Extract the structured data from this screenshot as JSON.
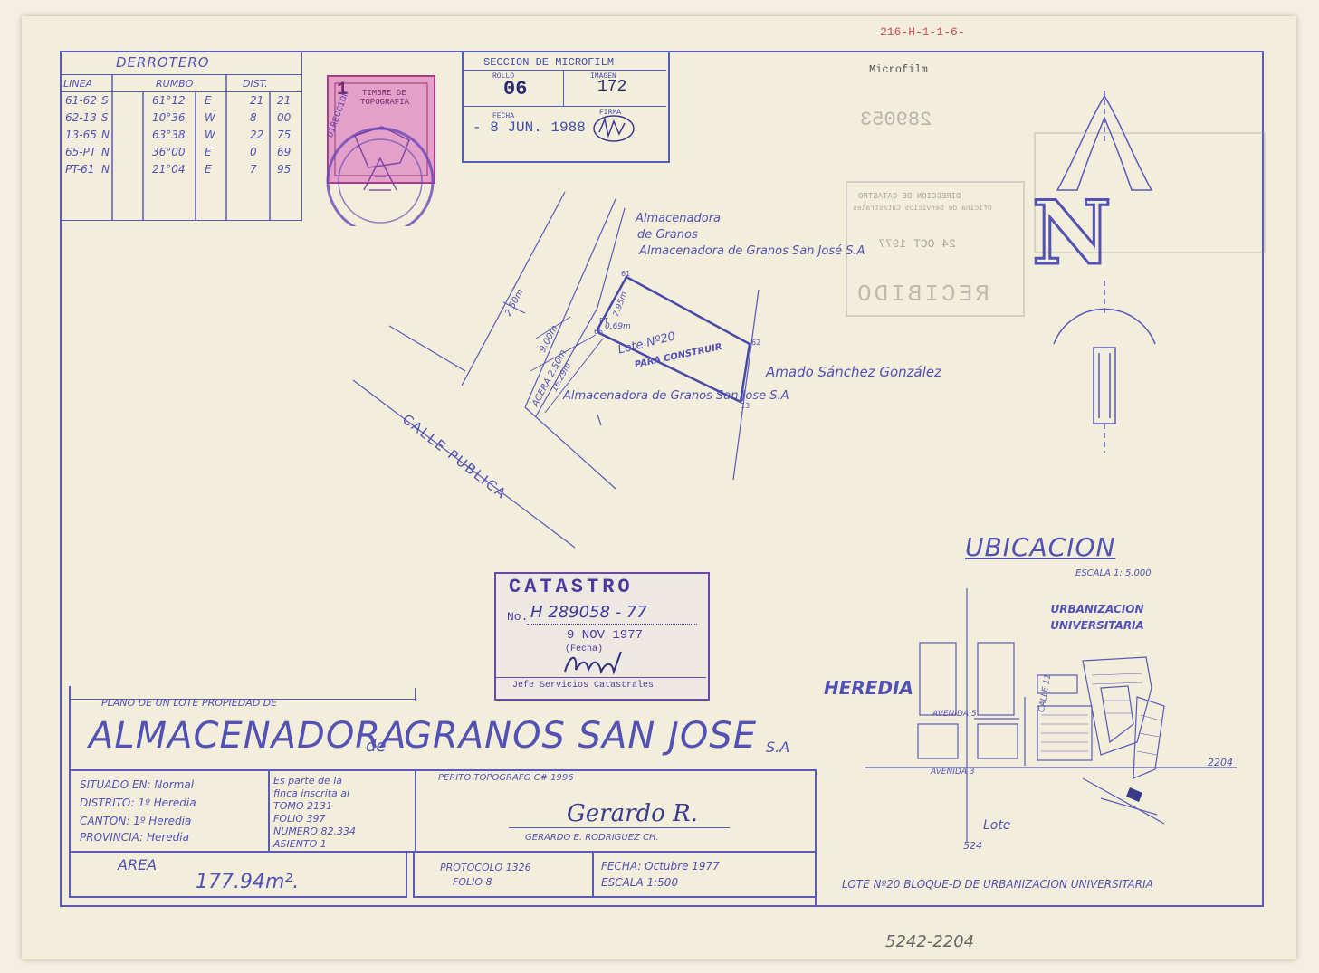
{
  "ref_number": "216-H-1-1-6-",
  "microfilm_label": "Microfilm",
  "bottom_ref": "5242-2204",
  "derrotero": {
    "title": "DERROTERO",
    "headers": [
      "LINEA",
      "RUMBO",
      "DIST."
    ],
    "rows": [
      {
        "line": "61-62",
        "ns": "S",
        "deg": "61°12",
        "ew": "E",
        "m": "21",
        "cm": "21"
      },
      {
        "line": "62-13",
        "ns": "S",
        "deg": "10°36",
        "ew": "W",
        "m": "8",
        "cm": "00"
      },
      {
        "line": "13-65",
        "ns": "N",
        "deg": "63°38",
        "ew": "W",
        "m": "22",
        "cm": "75"
      },
      {
        "line": "65-PT",
        "ns": "N",
        "deg": "36°00",
        "ew": "E",
        "m": "0",
        "cm": "69"
      },
      {
        "line": "PT-61",
        "ns": "N",
        "deg": "21°04",
        "ew": "E",
        "m": "7",
        "cm": "95"
      }
    ]
  },
  "timbre": {
    "value": "1",
    "text1": "TIMBRE DE",
    "text2": "TOPOGRAFIA",
    "seal_text": "DIRECCION"
  },
  "microfilm_stamp": {
    "title": "SECCION DE MICROFILM",
    "rollo_label": "ROLLO",
    "rollo": "06",
    "imagen_label": "IMAGEN",
    "imagen": "172",
    "fecha_label": "FECHA",
    "fecha": "- 8 JUN. 1988",
    "firma_label": "FIRMA"
  },
  "faded_stamp": {
    "number": "289053",
    "line1": "DIRECCION DE CATASTRO",
    "line2": "Oficina de Servicios Catastrales",
    "date": "24 OCT 1977",
    "recibido": "RECIBIDO"
  },
  "north": {
    "letter": "N"
  },
  "plan": {
    "owner_north": "Almacenadora de Granos San José S.A",
    "owner_south": "Almacenadora de Granos San Jose S.A",
    "neighbor_east": "Amado Sánchez González",
    "lot_label": "Lote Nº20",
    "lot_sub": "PARA CONSTRUIR",
    "street": "CALLE PUBLICA",
    "acera": "ACERA 2.50m",
    "dim_250": "2.50m",
    "dim_900": "9.00m",
    "dim_1629": "16.29m",
    "dim_069": "0.69m",
    "dim_795": "7.95m",
    "pts": [
      "61",
      "62",
      "13",
      "65",
      "PT"
    ]
  },
  "catastro": {
    "title": "CATASTRO",
    "no_label": "No.",
    "number": "H 289058 - 77",
    "date": "9 NOV 1977",
    "fecha_label": "(Fecha)",
    "footer": "Jefe Servicios Catastrales"
  },
  "ubicacion": {
    "title": "UBICACION",
    "escala": "ESCALA 1: 5.000",
    "urbanizacion": "URBANIZACION UNIVERSITARIA",
    "heredia": "HEREDIA",
    "avenida5": "AVENIDA 5",
    "avenida3": "AVENIDA 3",
    "calle11": "CALLE 11",
    "lote": "Lote",
    "n2204": "2204",
    "n524": "524"
  },
  "title_block": {
    "plano_de": "PLANO DE UN LOTE PROPIEDAD DE",
    "owner_a": "ALMACENADORA",
    "owner_de": "de",
    "owner_b": "GRANOS SAN JOSE",
    "owner_sa": "S.A",
    "situado": "SITUADO EN: Normal",
    "distrito": "DISTRITO: 1º Heredia",
    "canton": "CANTON: 1º Heredia",
    "provincia": "PROVINCIA: Heredia",
    "finca1": "Es parte de la",
    "finca2": "finca inscrita al",
    "tomo": "TOMO 2131",
    "folio": "FOLIO 397",
    "numero": "NUMERO 82.334",
    "asiento": "ASIENTO 1",
    "perito": "PERITO TOPOGRAFO C# 1996",
    "firma": "Gerardo R.",
    "perito_name": "GERARDO E. RODRIGUEZ CH.",
    "area_label": "AREA",
    "area_value": "177.94m².",
    "protocolo": "PROTOCOLO 1326",
    "folio_prot": "FOLIO 8",
    "fecha": "FECHA: Octubre 1977",
    "escala": "ESCALA 1:500",
    "lote_desc": "LOTE Nº20 BLOQUE-D DE URBANIZACION UNIVERSITARIA"
  }
}
